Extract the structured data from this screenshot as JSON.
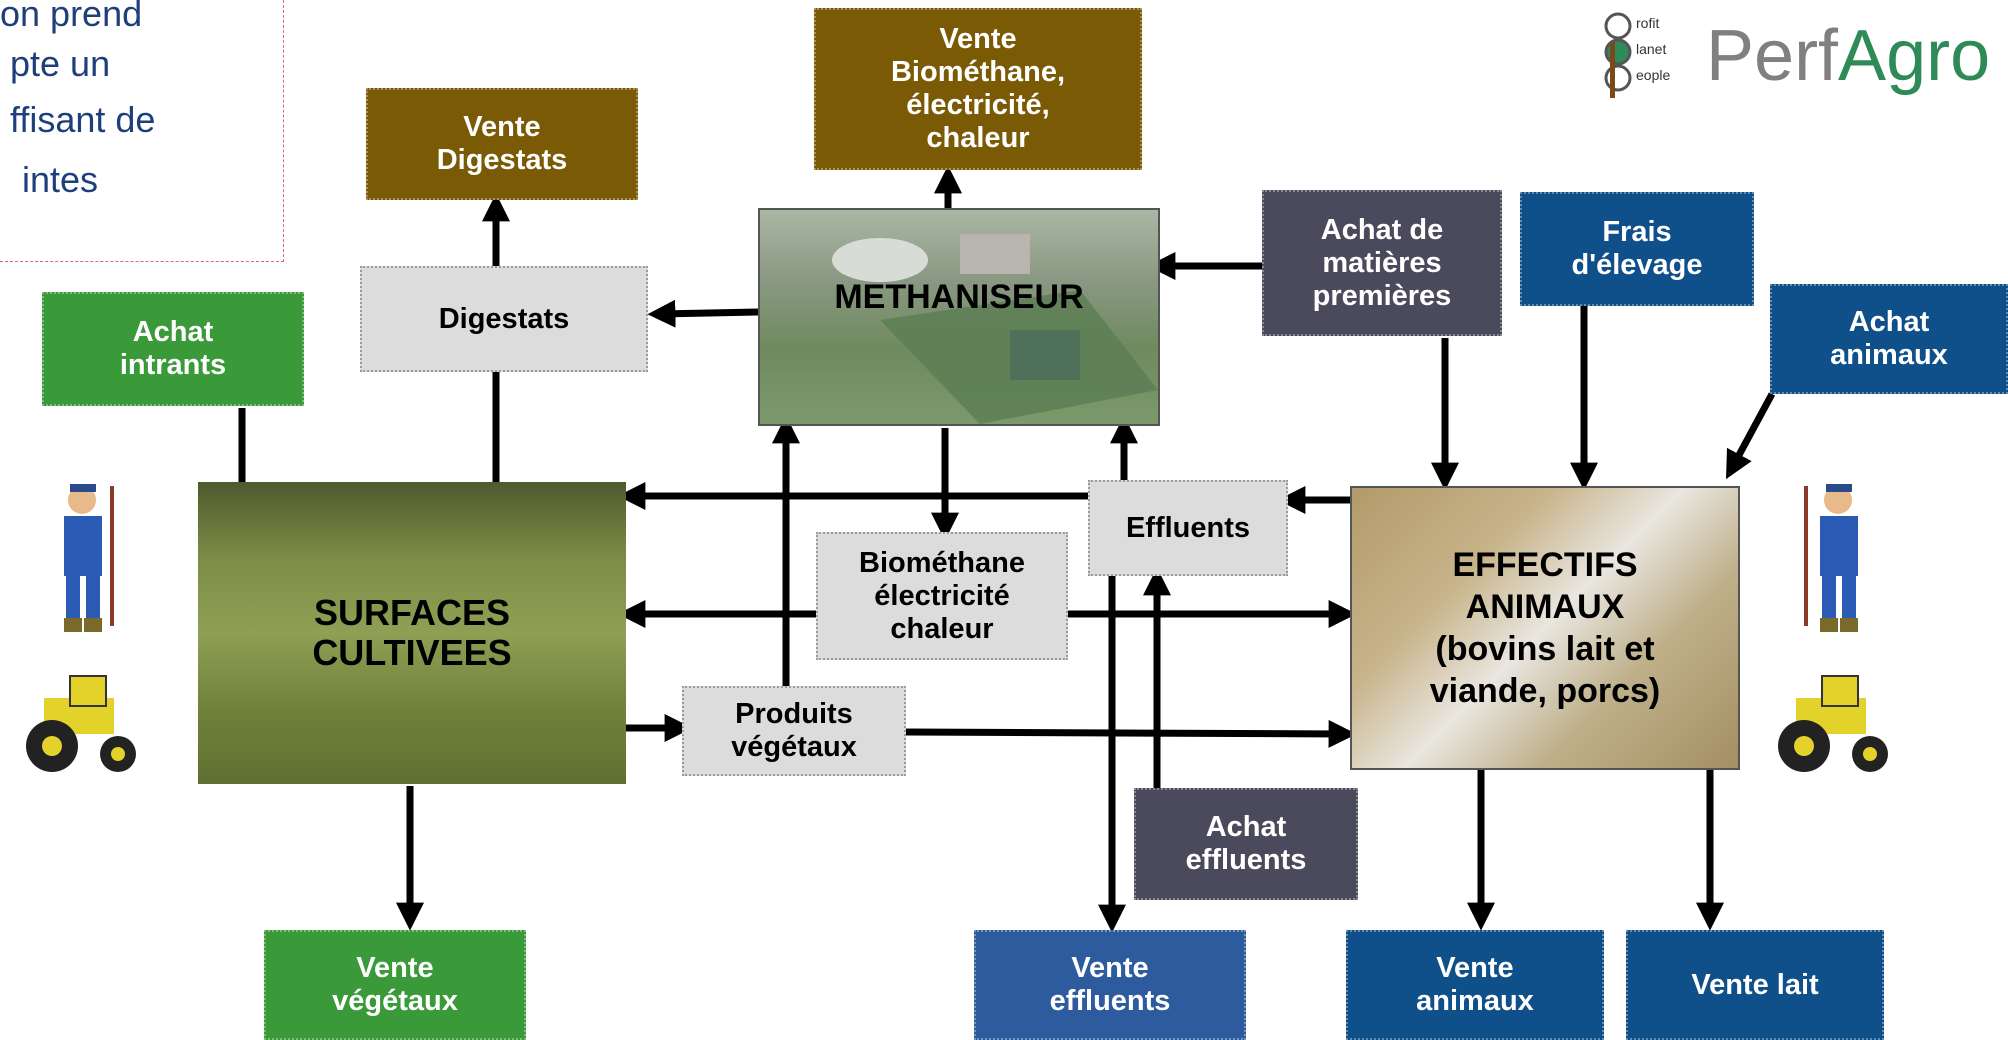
{
  "note": {
    "lines": [
      "on prend",
      "pte un",
      "ffisant de",
      "intes"
    ]
  },
  "logo": {
    "letters": [
      "rofit",
      "lanet",
      "eople"
    ],
    "name_part1": "Perf",
    "name_part2": "Agro"
  },
  "boxes": {
    "vente_biomethane": "Vente\nBiométhane,\nélectricité,\nchaleur",
    "vente_digestats": "Vente\nDigestats",
    "digestats": "Digestats",
    "methaniseur": "METHANISEUR",
    "achat_matieres": "Achat de\nmatières\npremières",
    "frais_elevage": "Frais\nd'élevage",
    "achat_animaux": "Achat\nanimaux",
    "achat_intrants": "Achat\nintrants",
    "surfaces": "SURFACES\nCULTIVEES",
    "effluents": "Effluents",
    "biomethane": "Biométhane\nélectricité\nchaleur",
    "effectifs": "EFFECTIFS\nANIMAUX\n(bovins lait et\nviande, porcs)",
    "produits": "Produits\nvégétaux",
    "achat_effluents": "Achat\neffluents",
    "vente_vegetaux": "Vente\nvégétaux",
    "vente_effluents": "Vente\neffluents",
    "vente_animaux": "Vente\nanimaux",
    "vente_lait": "Vente lait"
  },
  "colors": {
    "brown": "#7a5a05",
    "green": "#3a9a3a",
    "slate": "#4a4a5c",
    "navy": "#0f4f8a",
    "blue": "#2e5a9e",
    "gray": "#dcdcdc",
    "logo_green": "#2e8b57"
  }
}
